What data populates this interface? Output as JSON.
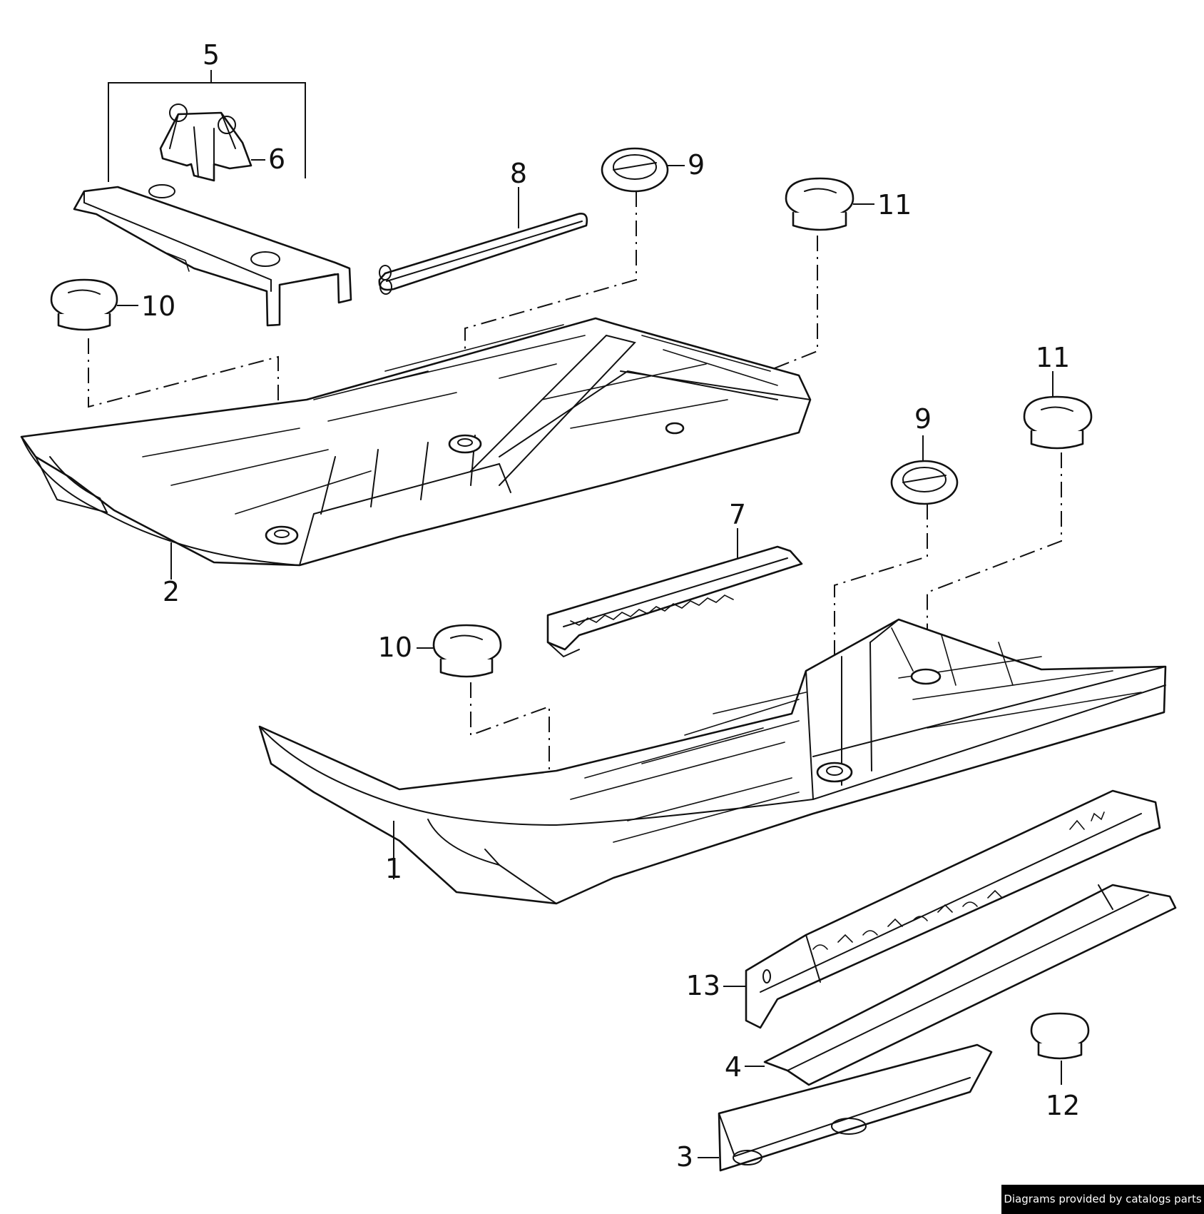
{
  "diagram": {
    "callouts": {
      "c1": "1",
      "c2": "2",
      "c3": "3",
      "c4": "4",
      "c5": "5",
      "c6": "6",
      "c7": "7",
      "c8": "8",
      "c9a": "9",
      "c9b": "9",
      "c10a": "10",
      "c10b": "10",
      "c11a": "11",
      "c11b": "11",
      "c12": "12",
      "c13": "13"
    }
  },
  "footer": {
    "credit": "Diagrams provided by catalogs parts"
  },
  "colors": {
    "line": "#111111",
    "background": "#ffffff",
    "credit_background": "#000000",
    "credit_text": "#ffffff"
  }
}
